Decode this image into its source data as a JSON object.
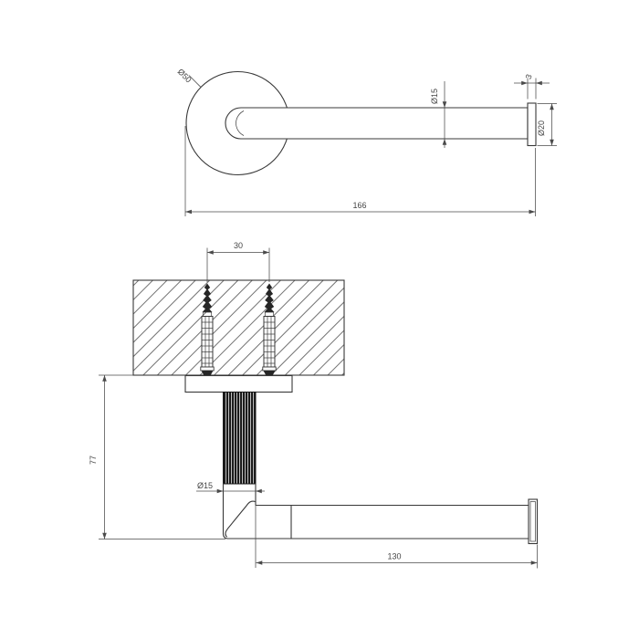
{
  "front_view": {
    "flange_diameter": "Ø50",
    "tube_diameter": "Ø15",
    "end_cap_thickness": "3",
    "end_cap_diameter": "Ø20",
    "overall_length": "166"
  },
  "section_view": {
    "screw_spacing": "30",
    "height_below_wall": "77",
    "tube_diameter": "Ø15",
    "arm_length": "130"
  },
  "colors": {
    "line": "#383838",
    "dim": "#4a4a4a",
    "text": "#454545",
    "dark": "#262626",
    "bg": "#ffffff"
  }
}
